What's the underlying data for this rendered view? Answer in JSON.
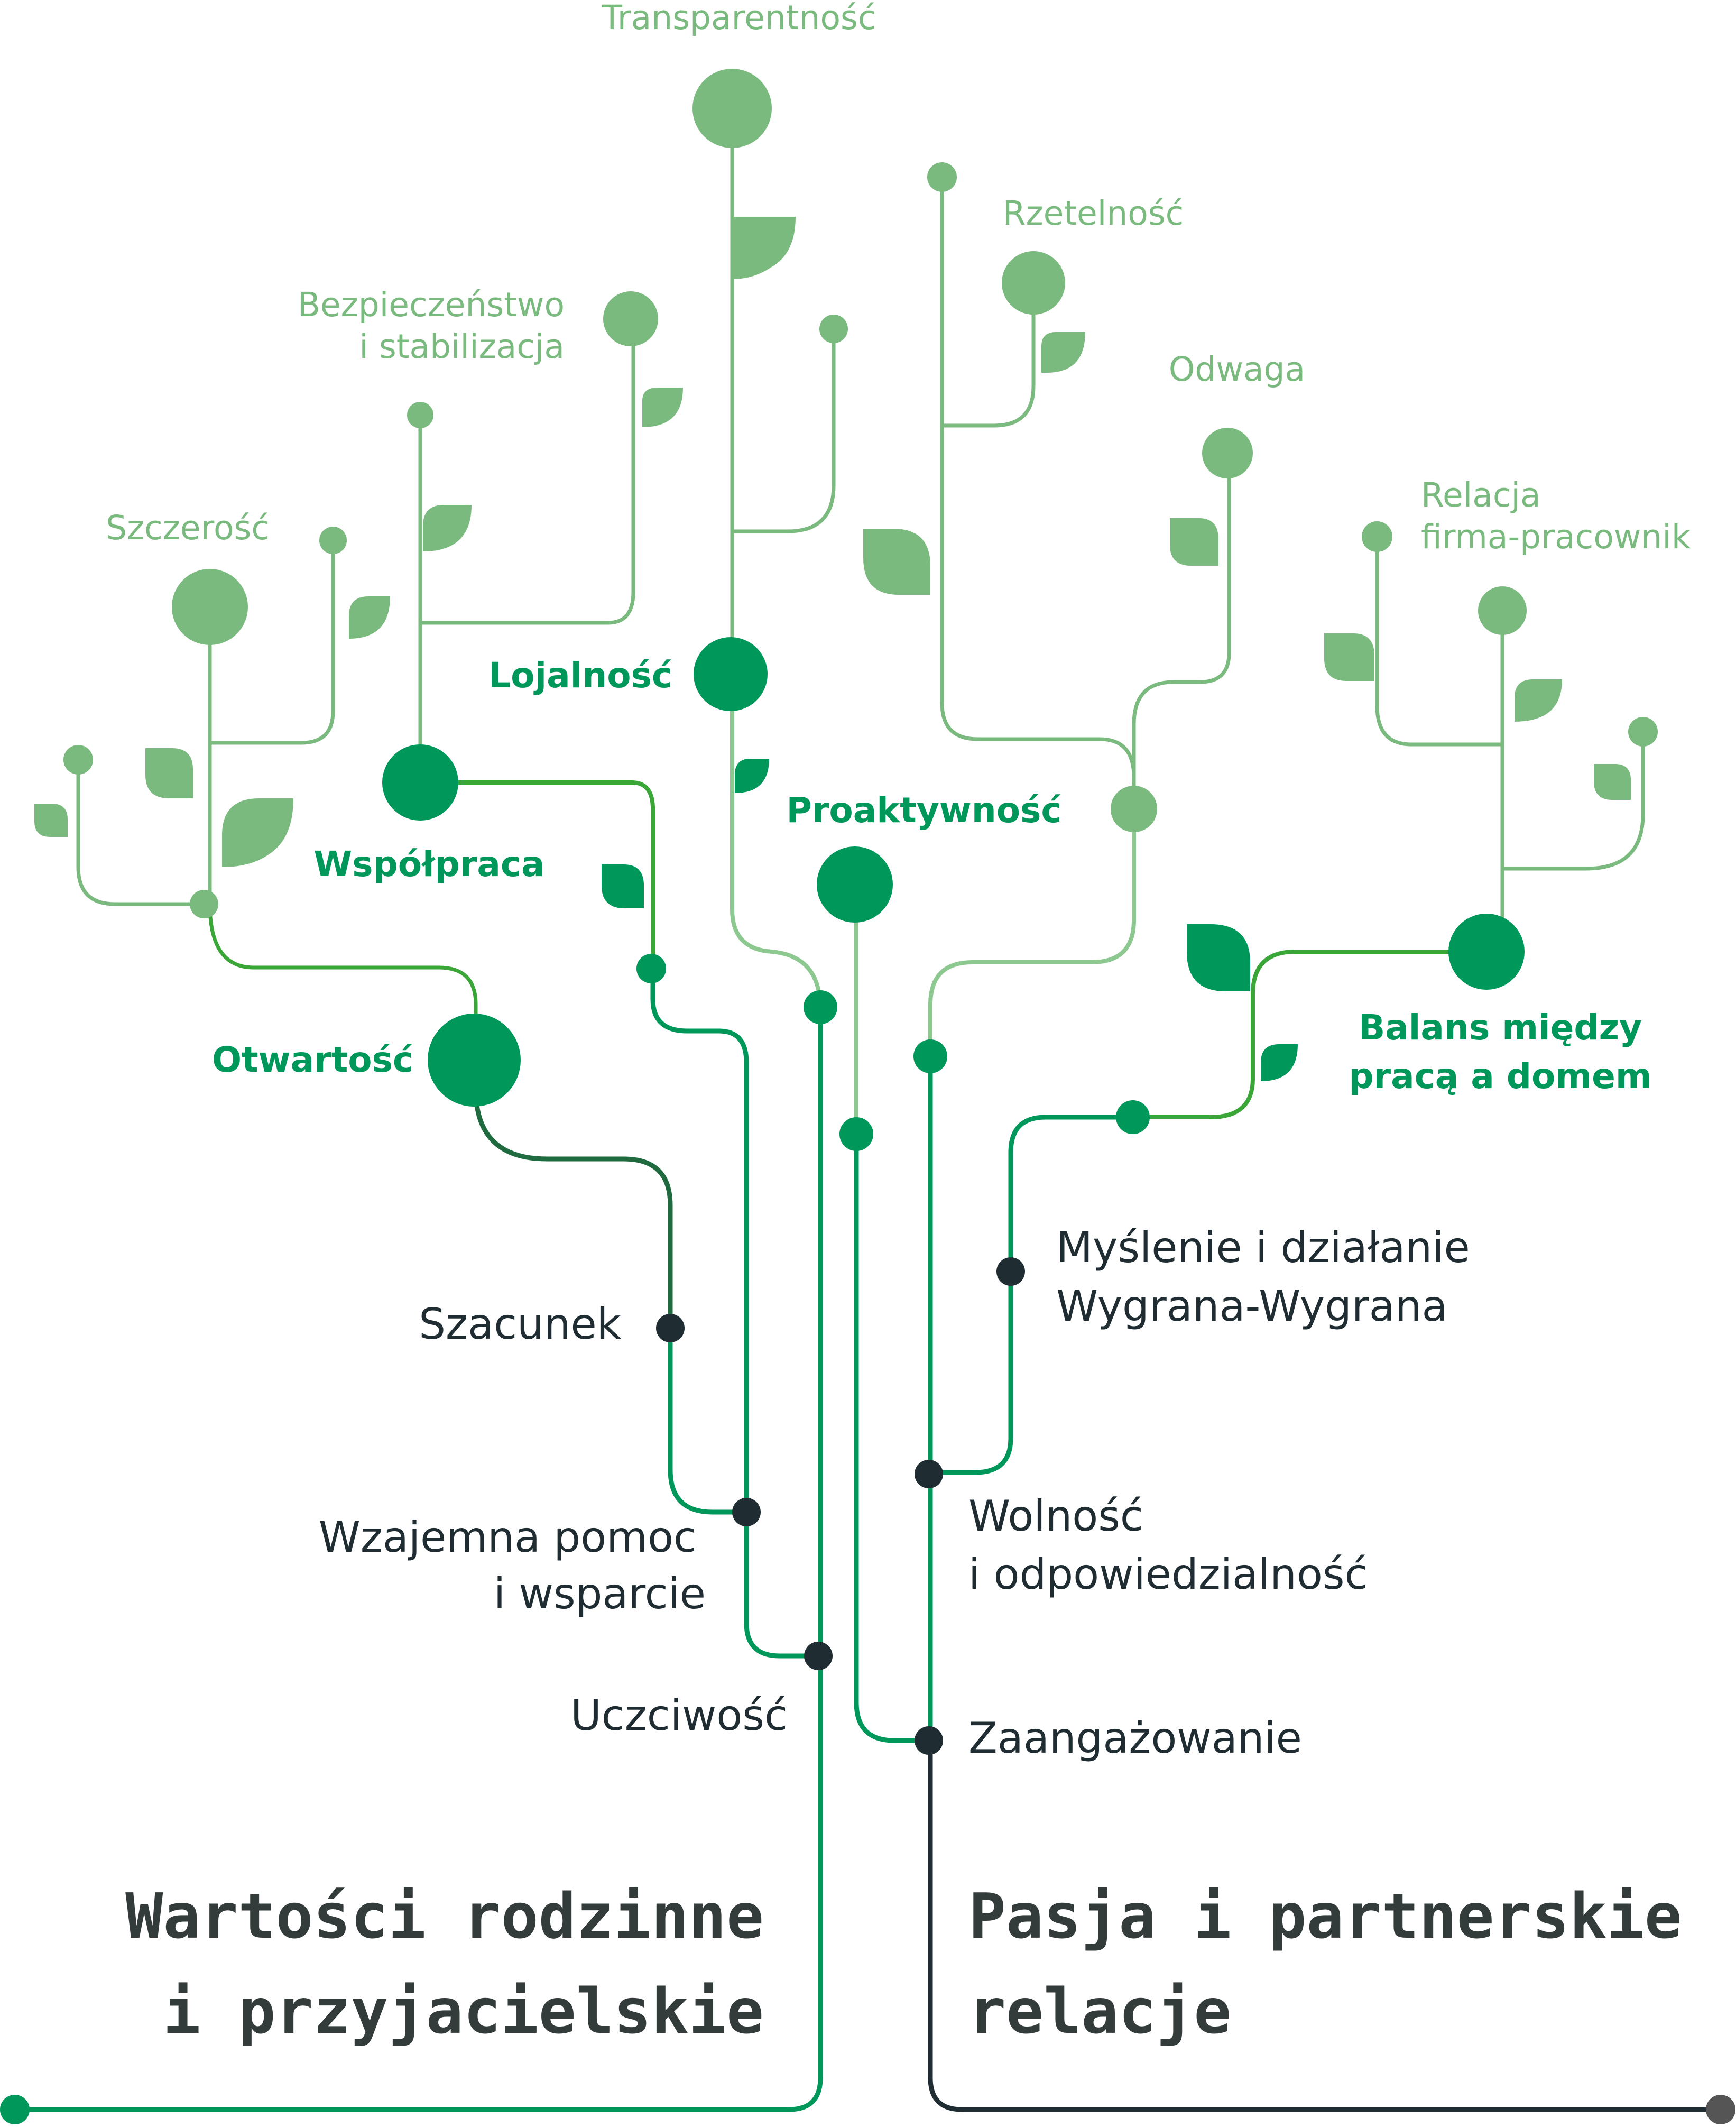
{
  "colors": {
    "light": "#7aba7e",
    "pale": "#8cc890",
    "mid": "#00985a",
    "bright": "#3aa638",
    "darkgreen": "#1f6b3f",
    "dark": "#1f2d33",
    "gray": "#555555"
  },
  "titles": {
    "left_line1": "Wartości rodzinne",
    "left_line2": "i przyjacielskie",
    "right_line1": "Pasja i partnerskie",
    "right_line2": "relacje"
  },
  "values": {
    "transparentnosc": "Transparentność",
    "rzetelnosc": "Rzetelność",
    "bezpieczenstwo_1": "Bezpieczeństwo",
    "bezpieczenstwo_2": "i stabilizacja",
    "odwaga": "Odwaga",
    "relacja_1": "Relacja",
    "relacja_2": "firma-pracownik",
    "szczerosc": "Szczerość",
    "lojalnosc": "Lojalność",
    "proaktywnosc": "Proaktywność",
    "wspolpraca": "Współpraca",
    "otwartosc": "Otwartość",
    "balans_1": "Balans między",
    "balans_2": "pracą a domem",
    "myslenie_1": "Myślenie i działanie",
    "myslenie_2": "Wygrana-Wygrana",
    "szacunek": "Szacunek",
    "wzajemna_1": "Wzajemna pomoc",
    "wzajemna_2": "i wsparcie",
    "wolnosc_1": "Wolność",
    "wolnosc_2": "i odpowiedzialność",
    "uczciwosc": "Uczciwość",
    "zaangazowanie": "Zaangażowanie"
  }
}
